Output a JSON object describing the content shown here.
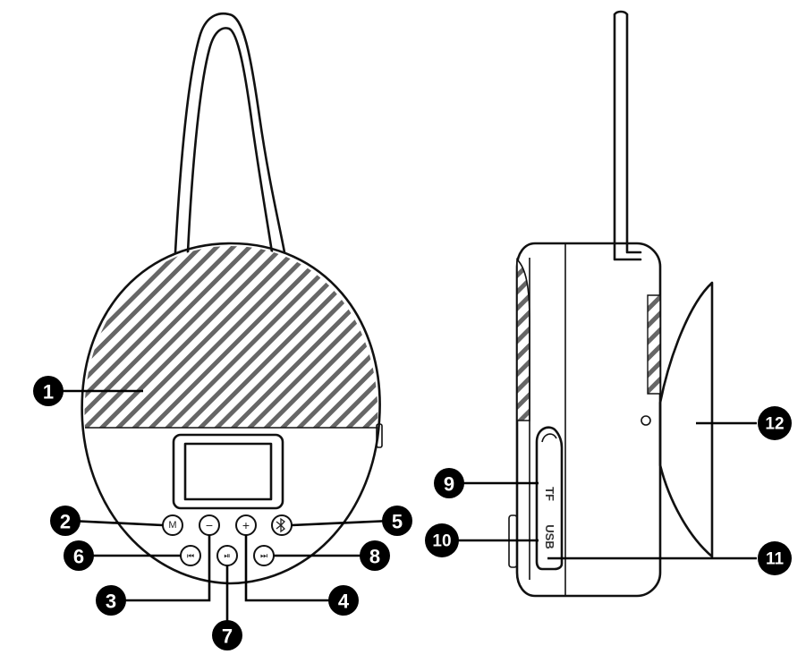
{
  "callouts": [
    {
      "id": "1",
      "label": "1"
    },
    {
      "id": "2",
      "label": "2"
    },
    {
      "id": "3",
      "label": "3"
    },
    {
      "id": "4",
      "label": "4"
    },
    {
      "id": "5",
      "label": "5"
    },
    {
      "id": "6",
      "label": "6"
    },
    {
      "id": "7",
      "label": "7"
    },
    {
      "id": "8",
      "label": "8"
    },
    {
      "id": "9",
      "label": "9"
    },
    {
      "id": "10",
      "label": "10"
    },
    {
      "id": "11",
      "label": "11"
    },
    {
      "id": "12",
      "label": "12"
    }
  ],
  "buttons": {
    "mode": "M",
    "minus": "−",
    "plus": "+",
    "prev": "⏮",
    "play": "⏯",
    "next": "⏭"
  },
  "side_labels": {
    "tf": "TF",
    "usb": "USB"
  }
}
